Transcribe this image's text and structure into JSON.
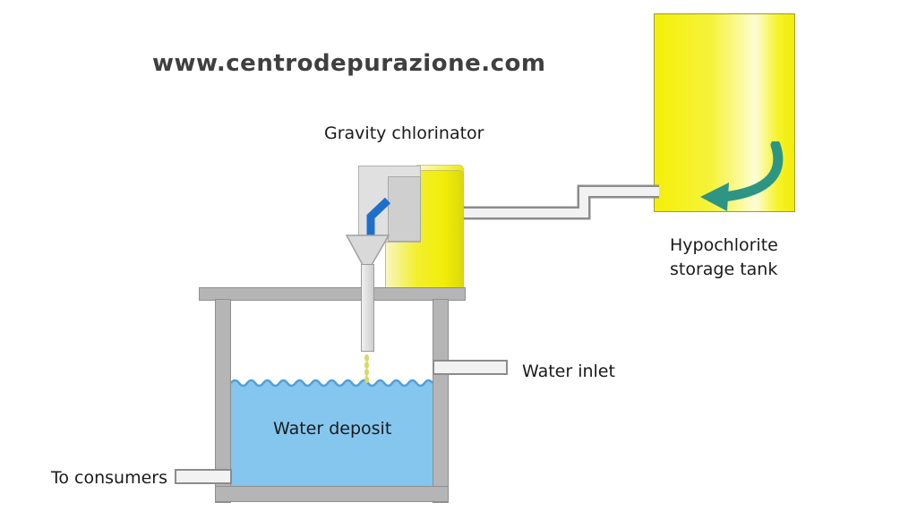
{
  "header": {
    "website": "www.centrodepurazione.com"
  },
  "labels": {
    "gravity_chlorinator": "Gravity chlorinator",
    "hypochlorite_storage_tank": "Hypochlorite storage tank",
    "water_inlet": "Water inlet",
    "water_deposit": "Water deposit",
    "to_consumers": "To consumers"
  },
  "colors": {
    "tank_yellow": "#f2ee18",
    "tank_yellow_light": "#fdfdc6",
    "teal_arrow": "#2e9585",
    "blue_arrow": "#1e6fca",
    "water_blue": "#85c6ee",
    "water_wave": "#549fd2",
    "container_gray": "#b5b5b5",
    "pipe_outline": "#8c8c8c",
    "pipe_fill": "#f2f2f2",
    "drop_color": "#d8d867",
    "text_color": "#1a1a1a",
    "website_color": "#3f3f3f"
  }
}
